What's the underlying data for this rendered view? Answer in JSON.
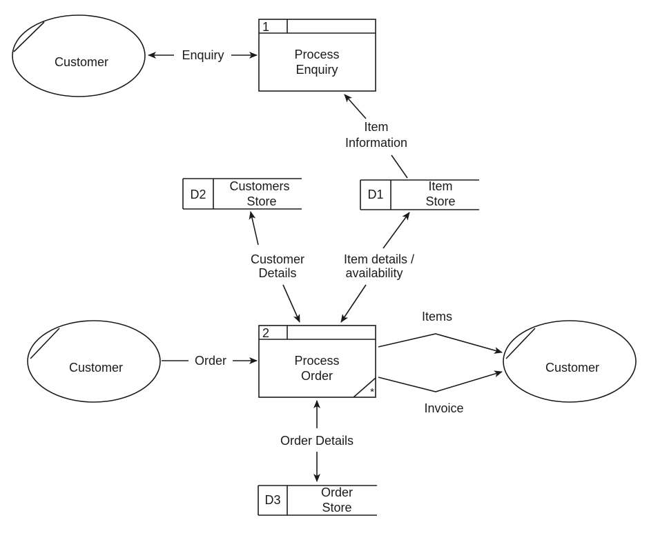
{
  "entities": {
    "customer_top": "Customer",
    "customer_left": "Customer",
    "customer_right": "Customer"
  },
  "processes": {
    "p1": {
      "id": "1",
      "line1": "Process",
      "line2": "Enquiry"
    },
    "p2": {
      "id": "2",
      "line1": "Process",
      "line2": "Order",
      "marker": "*"
    }
  },
  "stores": {
    "d2": {
      "id": "D2",
      "line1": "Customers",
      "line2": "Store"
    },
    "d1": {
      "id": "D1",
      "line1": "Item",
      "line2": "Store"
    },
    "d3": {
      "id": "D3",
      "line1": "Order",
      "line2": "Store"
    }
  },
  "flows": {
    "enquiry": "Enquiry",
    "item_info_1": "Item",
    "item_info_2": "Information",
    "customer_details_1": "Customer",
    "customer_details_2": "Details",
    "item_avail_1": "Item details /",
    "item_avail_2": "availability",
    "order": "Order",
    "items": "Items",
    "invoice": "Invoice",
    "order_details": "Order Details"
  }
}
